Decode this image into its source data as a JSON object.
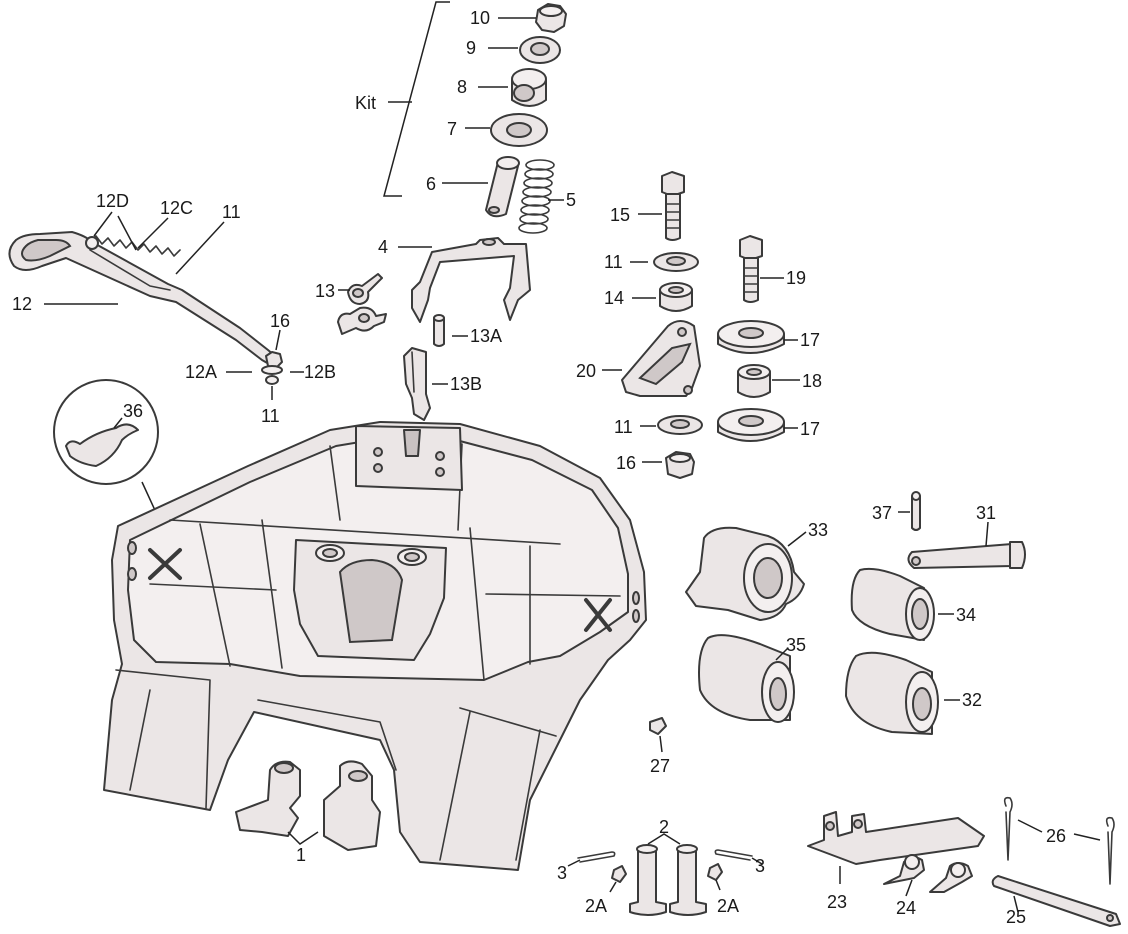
{
  "labels": {
    "kit": "Kit",
    "p10": "10",
    "p9": "9",
    "p8": "8",
    "p7": "7",
    "p6": "6",
    "p5": "5",
    "p4": "4",
    "p12d": "12D",
    "p12c": "12C",
    "p11a": "11",
    "p12": "12",
    "p16a": "16",
    "p12a": "12A",
    "p12b": "12B",
    "p11b": "11",
    "p13": "13",
    "p13a": "13A",
    "p13b": "13B",
    "p36": "36",
    "p15": "15",
    "p11c": "11",
    "p14": "14",
    "p19": "19",
    "p17a": "17",
    "p20": "20",
    "p18": "18",
    "p11d": "11",
    "p17b": "17",
    "p16b": "16",
    "p37": "37",
    "p31": "31",
    "p33": "33",
    "p34": "34",
    "p35": "35",
    "p32": "32",
    "p27": "27",
    "p1": "1",
    "p2": "2",
    "p3a": "3",
    "p3b": "3",
    "p2aa": "2A",
    "p2ab": "2A",
    "p23": "23",
    "p24": "24",
    "p25": "25",
    "p26": "26"
  },
  "colors": {
    "part_fill": "#ebe6e6",
    "outline": "#3a3a3a",
    "text": "#1a1a1a"
  }
}
